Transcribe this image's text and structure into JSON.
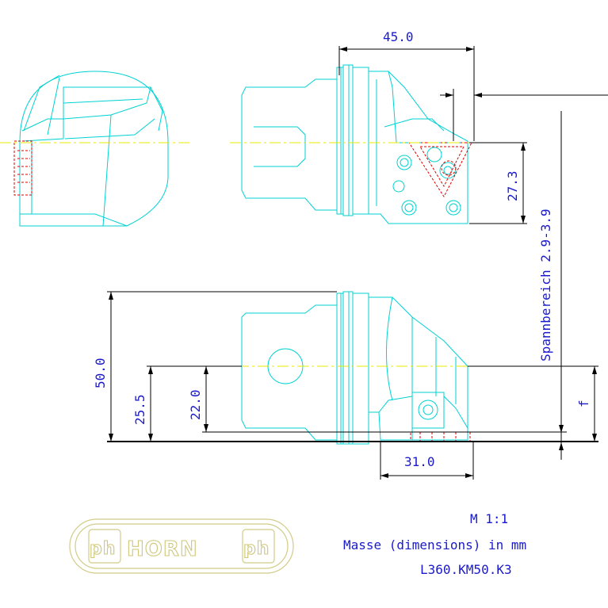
{
  "dimensions": {
    "top_length": "45.0",
    "height_upper": "27.3",
    "clamping_range": "Spannbereich 2.9-3.9",
    "total_height": "50.0",
    "height_mid": "25.5",
    "height_small": "22.0",
    "bottom_width": "31.0",
    "f_label": "f"
  },
  "notes": {
    "scale": "M 1:1",
    "units": "Masse (dimensions) in mm",
    "part_number": "L360.KM50.K3"
  },
  "logo": {
    "text": "HORN",
    "left_mark": "ph",
    "right_mark": "ph"
  },
  "colors": {
    "outline": "#00d2d2",
    "dimension_text": "#1a1acc",
    "hidden_insert": "#e00000",
    "centerline": "#e8e800",
    "logo": "#d2cc88"
  }
}
